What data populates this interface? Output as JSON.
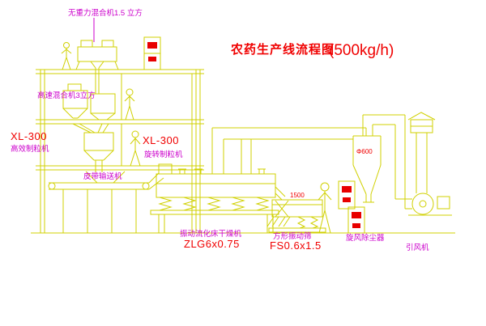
{
  "title": {
    "text": "农药生产线流程图",
    "capacity": "(500kg/h)"
  },
  "labels": {
    "gravity_mixer": "无重力混合机1.5 立方",
    "high_speed_mixer": "高速混合机3立方",
    "granulator_left_model": "XL-300",
    "granulator_left_name": "高效制粒机",
    "granulator_center_model": "XL-300",
    "granulator_center_name": "旋转制粒机",
    "belt_conveyor": "皮带输送机",
    "dryer_name": "振动流化床干燥机",
    "dryer_model": "ZLG6x0.75",
    "sieve_name": "方形振动筛",
    "sieve_model": "FS0.6x1.5",
    "cyclone_name": "旋风除尘器",
    "fan_name": "引风机"
  },
  "dimensions": {
    "cyclone_diameter": "Φ600",
    "sieve_length": "1500"
  },
  "colors": {
    "line": "#d0d000",
    "label": "#cc00cc",
    "model_text": "#f00000",
    "title_text": "#f00000",
    "panel_screen": "#e80000",
    "background": "#ffffff"
  }
}
